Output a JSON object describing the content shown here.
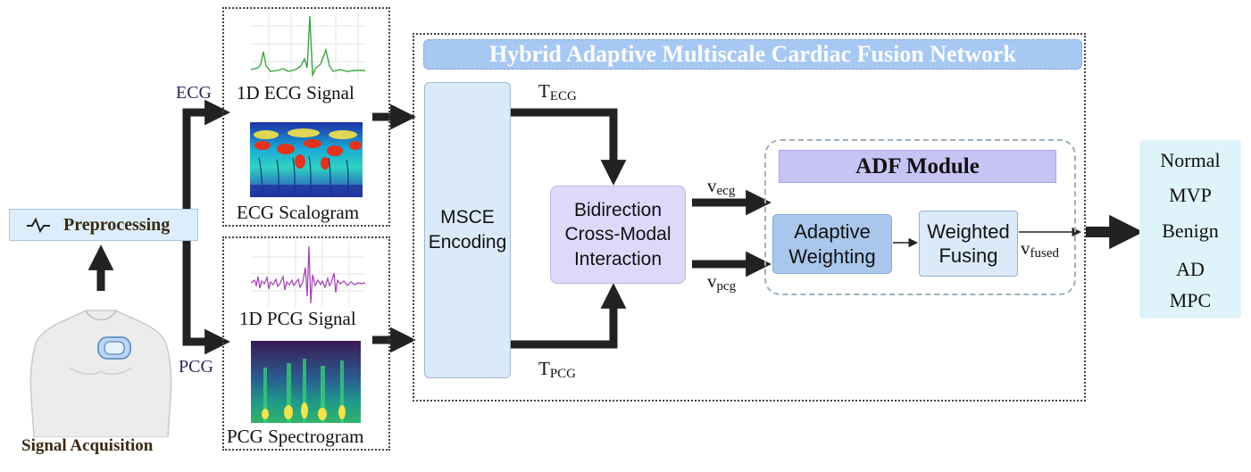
{
  "input": {
    "acquisition_label": "Signal Acquisition",
    "preprocessing_label": "Preprocessing",
    "ecg_branch_label": "ECG",
    "pcg_branch_label": "PCG"
  },
  "ecg_panel": {
    "signal_label": "1D ECG Signal",
    "scalogram_label": "ECG Scalogram"
  },
  "pcg_panel": {
    "signal_label": "1D PCG Signal",
    "spectrogram_label": "PCG Spectrogram"
  },
  "network": {
    "title": "Hybrid Adaptive Multiscale Cardiac Fusion Network",
    "encoder_line1": "MSCE",
    "encoder_line2": "Encoding",
    "token_ecg": {
      "base": "T",
      "sub": "ECG"
    },
    "token_pcg": {
      "base": "T",
      "sub": "PCG"
    },
    "interaction_line1": "Bidirection",
    "interaction_line2": "Cross-Modal",
    "interaction_line3": "Interaction",
    "vec_ecg": {
      "base": "v",
      "sub": "ecg"
    },
    "vec_pcg": {
      "base": "v",
      "sub": "pcg"
    }
  },
  "adf": {
    "title": "ADF Module",
    "adaptive_line1": "Adaptive",
    "adaptive_line2": "Weighting",
    "fusing_line1": "Weighted",
    "fusing_line2": "Fusing",
    "vec_fused": {
      "base": "v",
      "sub": "fused"
    }
  },
  "outputs": [
    "Normal",
    "MVP",
    "Benign",
    "AD",
    "MPC"
  ],
  "colors": {
    "arrow": "#222222",
    "title_bar": "#a7c8f2",
    "encoder_fill": "#dbeaf9",
    "interaction_fill": "#ddd9fb",
    "adf_title_fill": "#c7c3f5",
    "adaptive_fill": "#a9c7ec",
    "output_fill": "#dff4fa",
    "ecg_trace": "#3aa845",
    "pcg_trace": "#a13bb5"
  }
}
